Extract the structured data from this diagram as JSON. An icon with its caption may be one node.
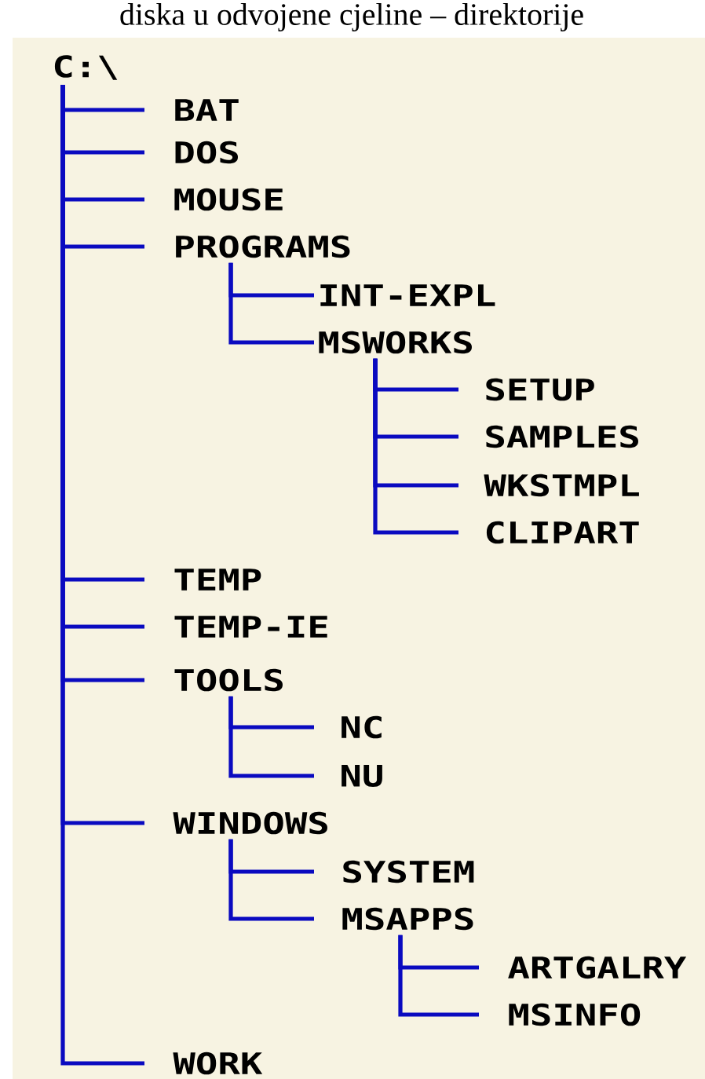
{
  "diagram": {
    "nodes": [
      {
        "text": [
          "C:\\"
        ]
      },
      {
        "text": [
          "BAT"
        ]
      },
      {
        "text": [
          "DOS"
        ]
      },
      {
        "text": [
          "MOUSE"
        ]
      },
      {
        "text": [
          "PROGRAMS"
        ]
      },
      {
        "text": [
          "INT-EXPL"
        ]
      },
      {
        "text": [
          "MSWORKS"
        ]
      },
      {
        "text": [
          "SETUP"
        ]
      },
      {
        "text": [
          "SAMPLES"
        ]
      },
      {
        "text": [
          "WKSTMPL"
        ]
      },
      {
        "text": [
          "CLIPART"
        ]
      },
      {
        "text": [
          "TEMP"
        ]
      },
      {
        "text": [
          "TEMP-IE"
        ]
      },
      {
        "text": [
          "TOOLS"
        ]
      },
      {
        "text": [
          "NC"
        ]
      },
      {
        "text": [
          "NU"
        ]
      },
      {
        "text": [
          "WINDOWS"
        ]
      },
      {
        "text": [
          "SYSTEM"
        ]
      },
      {
        "text": [
          "MSAPPS"
        ]
      },
      {
        "text": [
          "ARTGALRY"
        ]
      },
      {
        "text": [
          "MSINFO"
        ]
      },
      {
        "text": [
          "WORK"
        ]
      }
    ],
    "edges": [
      {
        "from": 0,
        "to": 1,
        "arrow": "none"
      },
      {
        "from": 0,
        "to": 2,
        "arrow": "none"
      },
      {
        "from": 0,
        "to": 3,
        "arrow": "none"
      },
      {
        "from": 0,
        "to": 4,
        "arrow": "none"
      },
      {
        "from": 4,
        "to": 5,
        "arrow": "none"
      },
      {
        "from": 4,
        "to": 6,
        "arrow": "none"
      },
      {
        "from": 6,
        "to": 7,
        "arrow": "none"
      },
      {
        "from": 6,
        "to": 8,
        "arrow": "none"
      },
      {
        "from": 6,
        "to": 9,
        "arrow": "none"
      },
      {
        "from": 6,
        "to": 10,
        "arrow": "none"
      },
      {
        "from": 0,
        "to": 11,
        "arrow": "none"
      },
      {
        "from": 0,
        "to": 12,
        "arrow": "none"
      },
      {
        "from": 0,
        "to": 13,
        "arrow": "none"
      },
      {
        "from": 13,
        "to": 14,
        "arrow": "none"
      },
      {
        "from": 13,
        "to": 15,
        "arrow": "none"
      },
      {
        "from": 0,
        "to": 16,
        "arrow": "none"
      },
      {
        "from": 16,
        "to": 17,
        "arrow": "none"
      },
      {
        "from": 16,
        "to": 18,
        "arrow": "none"
      },
      {
        "from": 18,
        "to": 19,
        "arrow": "none"
      },
      {
        "from": 18,
        "to": 20,
        "arrow": "none"
      },
      {
        "from": 0,
        "to": 21,
        "arrow": "none"
      }
    ],
    "labels": [
      "diska u odvojene cjeline – direktorije"
    ]
  }
}
